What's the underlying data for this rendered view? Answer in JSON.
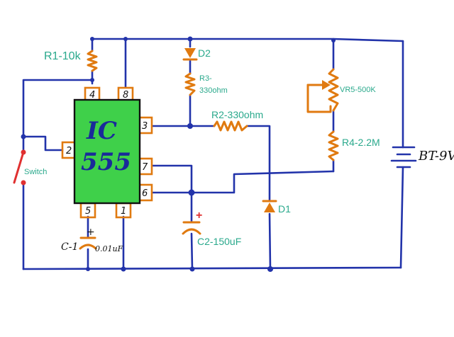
{
  "ic": {
    "line1": "IC",
    "line2": "555"
  },
  "pins": {
    "p4": "4",
    "p8": "8",
    "p3": "3",
    "p2": "2",
    "p7": "7",
    "p6": "6",
    "p5": "5",
    "p1": "1"
  },
  "labels": {
    "r1": "R1-10k",
    "d2": "D2",
    "r3_line1": "R3-",
    "r3_line2": "330ohm",
    "r2": "R2-330ohm",
    "vr5": "VR5-500K",
    "r4": "R4-2.2M",
    "battery": "BT-9V",
    "switch": "Switch",
    "d1": "D1",
    "c1_name": "C-1",
    "c1_value": "0.01uF",
    "c2": "C2-150uF",
    "plus": "+"
  },
  "colors": {
    "wire": "#2233aa",
    "component": "#e07a10",
    "chip": "#3fd04a",
    "label": "#2aa98c",
    "polarity": "#e03030"
  }
}
